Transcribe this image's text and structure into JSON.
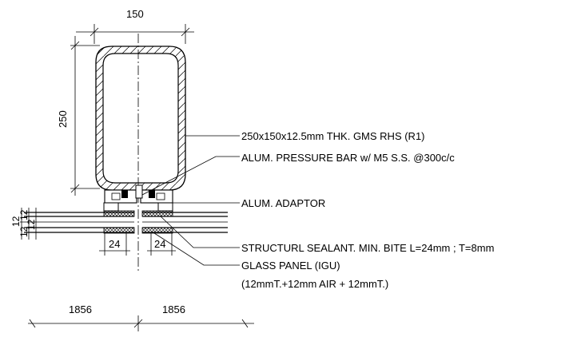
{
  "dimensions": {
    "top_width": "150",
    "left_height": "250",
    "left_stack": [
      "12",
      "12",
      "12",
      "12"
    ],
    "bite_left": "24",
    "bite_right": "24",
    "bottom_left": "1856",
    "bottom_right": "1856"
  },
  "callouts": {
    "rhs": "250x150x12.5mm THK. GMS RHS (R1)",
    "pressure_bar": "ALUM. PRESSURE BAR w/ M5 S.S. @300c/c",
    "adaptor": "ALUM. ADAPTOR",
    "sealant": "STRUCTURL SEALANT. MIN. BITE L=24mm ; T=8mm",
    "glass": "GLASS PANEL (IGU)",
    "glass_detail": "(12mmT.+12mm AIR + 12mmT.)"
  }
}
